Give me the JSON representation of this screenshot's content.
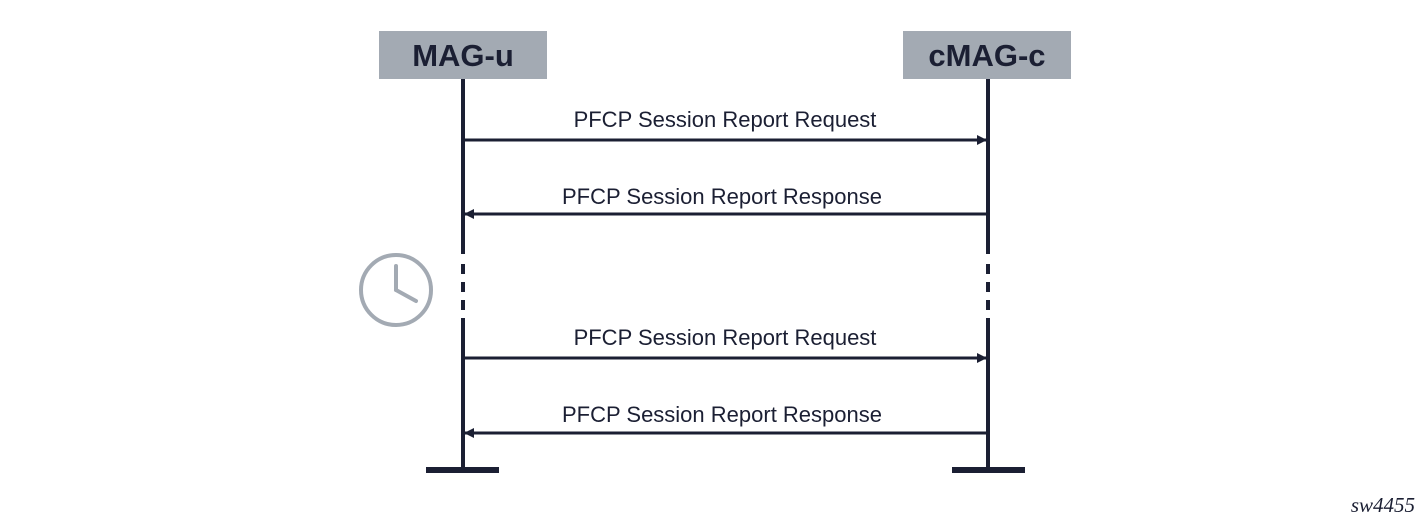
{
  "participants": {
    "left": {
      "label": "MAG-u"
    },
    "right": {
      "label": "cMAG-c"
    }
  },
  "messages": [
    {
      "label": "PFCP Session Report Request",
      "direction": "left-to-right"
    },
    {
      "label": "PFCP Session Report Response",
      "direction": "right-to-left"
    },
    {
      "label": "PFCP Session Report Request",
      "direction": "left-to-right"
    },
    {
      "label": "PFCP Session Report Response",
      "direction": "right-to-left"
    }
  ],
  "icons": {
    "timer": "clock-icon"
  },
  "colors": {
    "line": "#1b1f33",
    "header_box": "#a3aab3",
    "clock": "#a3aab3"
  },
  "figure_id": "sw4455"
}
